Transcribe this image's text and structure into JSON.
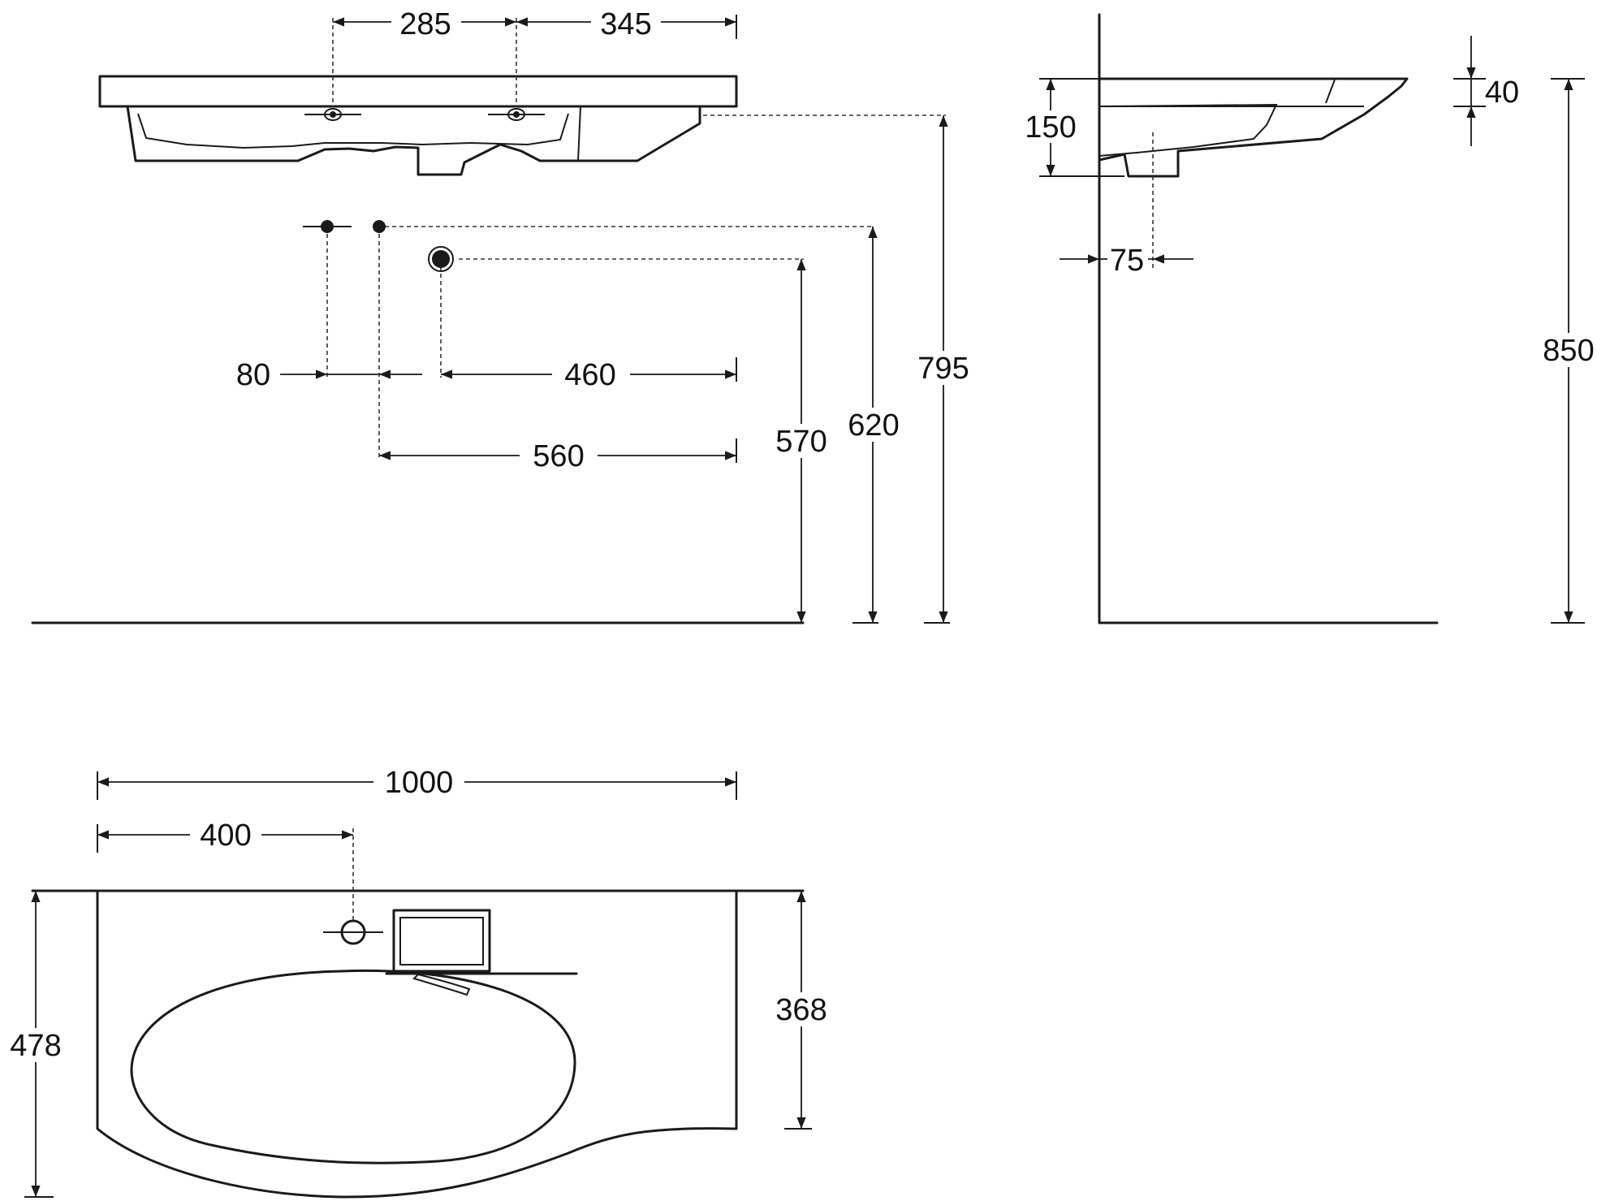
{
  "dimensions": {
    "mixer_hole_to_centre": "285",
    "centre_to_right_edge": "345",
    "tap_spacing": "80",
    "waste_to_right": "460",
    "tap_to_right": "560",
    "waste_height": "570",
    "tap_height": "620",
    "rim_height": "795",
    "side_bowl_depth": "150",
    "rim_thickness": "40",
    "waste_wall_offset": "75",
    "overall_height": "850",
    "overall_width": "1000",
    "tap_hole_offset": "400",
    "overall_depth": "478",
    "bowl_section_depth": "368"
  },
  "colors": {
    "line": "#1a1a1a",
    "background": "#ffffff"
  }
}
